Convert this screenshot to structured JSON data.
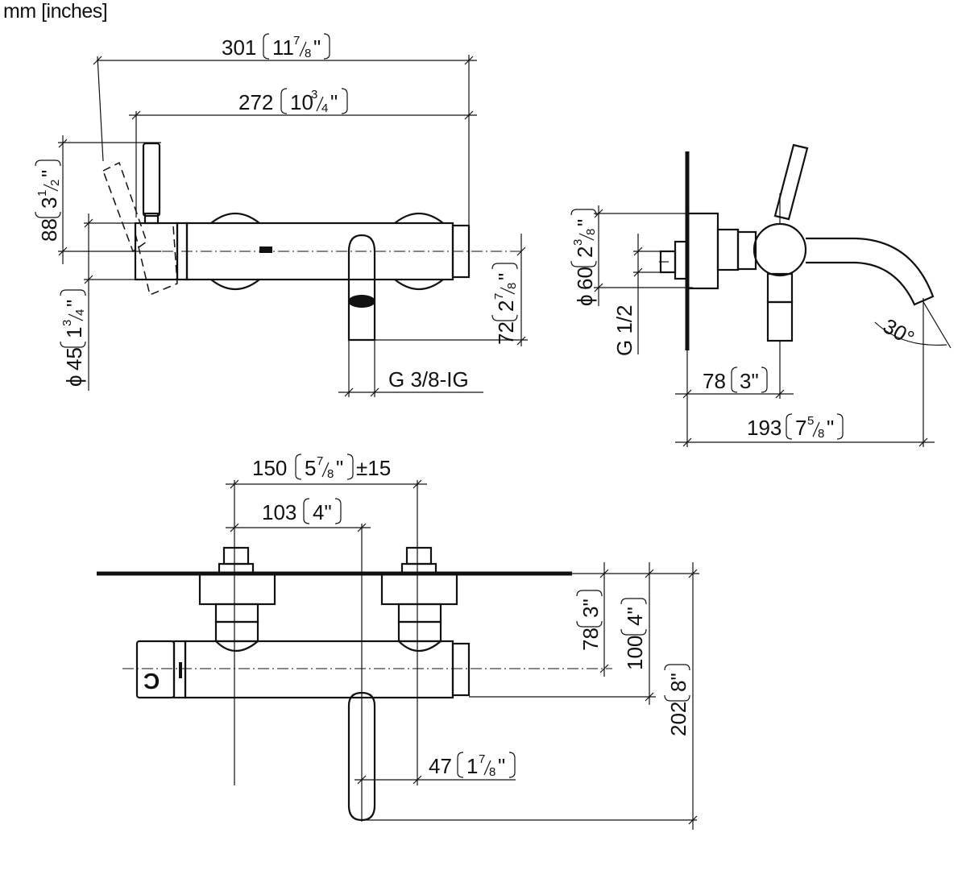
{
  "units_label": "mm [inches]",
  "top_view": {
    "dim_301": {
      "mm": "301",
      "inch": "11",
      "num": "7",
      "den": "8",
      "q": "\""
    },
    "dim_272": {
      "mm": "272",
      "inch": "10",
      "num": "3",
      "den": "4",
      "q": "\""
    },
    "dim_88": {
      "mm": "88",
      "inch": "3",
      "num": "1",
      "den": "2",
      "q": "\""
    },
    "dim_45": {
      "prefix": "ϕ",
      "mm": "45",
      "inch": "1",
      "num": "3",
      "den": "4",
      "q": "\""
    },
    "dim_72": {
      "mm": "72",
      "inch": "2",
      "num": "7",
      "den": "8",
      "q": "\""
    },
    "thread_label": "G 3/8-IG"
  },
  "side_view": {
    "dim_60": {
      "prefix": "ϕ",
      "mm": "60",
      "inch": "2",
      "num": "3",
      "den": "8",
      "q": "\""
    },
    "thread_label": "G 1/2",
    "angle_label": "30°",
    "dim_78": {
      "mm": "78",
      "inch": "3\""
    },
    "dim_193": {
      "mm": "193",
      "inch": "7",
      "num": "5",
      "den": "8",
      "q": "\""
    }
  },
  "front_view": {
    "dim_150": {
      "mm": "150",
      "inch": "5",
      "num": "7",
      "den": "8",
      "q": "\"",
      "tolerance": "±15"
    },
    "dim_103": {
      "mm": "103",
      "inch": "4\""
    },
    "dim_78": {
      "mm": "78",
      "inch": "3\""
    },
    "dim_100": {
      "mm": "100",
      "inch": "4\""
    },
    "dim_202": {
      "mm": "202",
      "inch": "8\""
    },
    "dim_47": {
      "mm": "47",
      "inch": "1",
      "num": "7",
      "den": "8",
      "q": "\""
    }
  }
}
